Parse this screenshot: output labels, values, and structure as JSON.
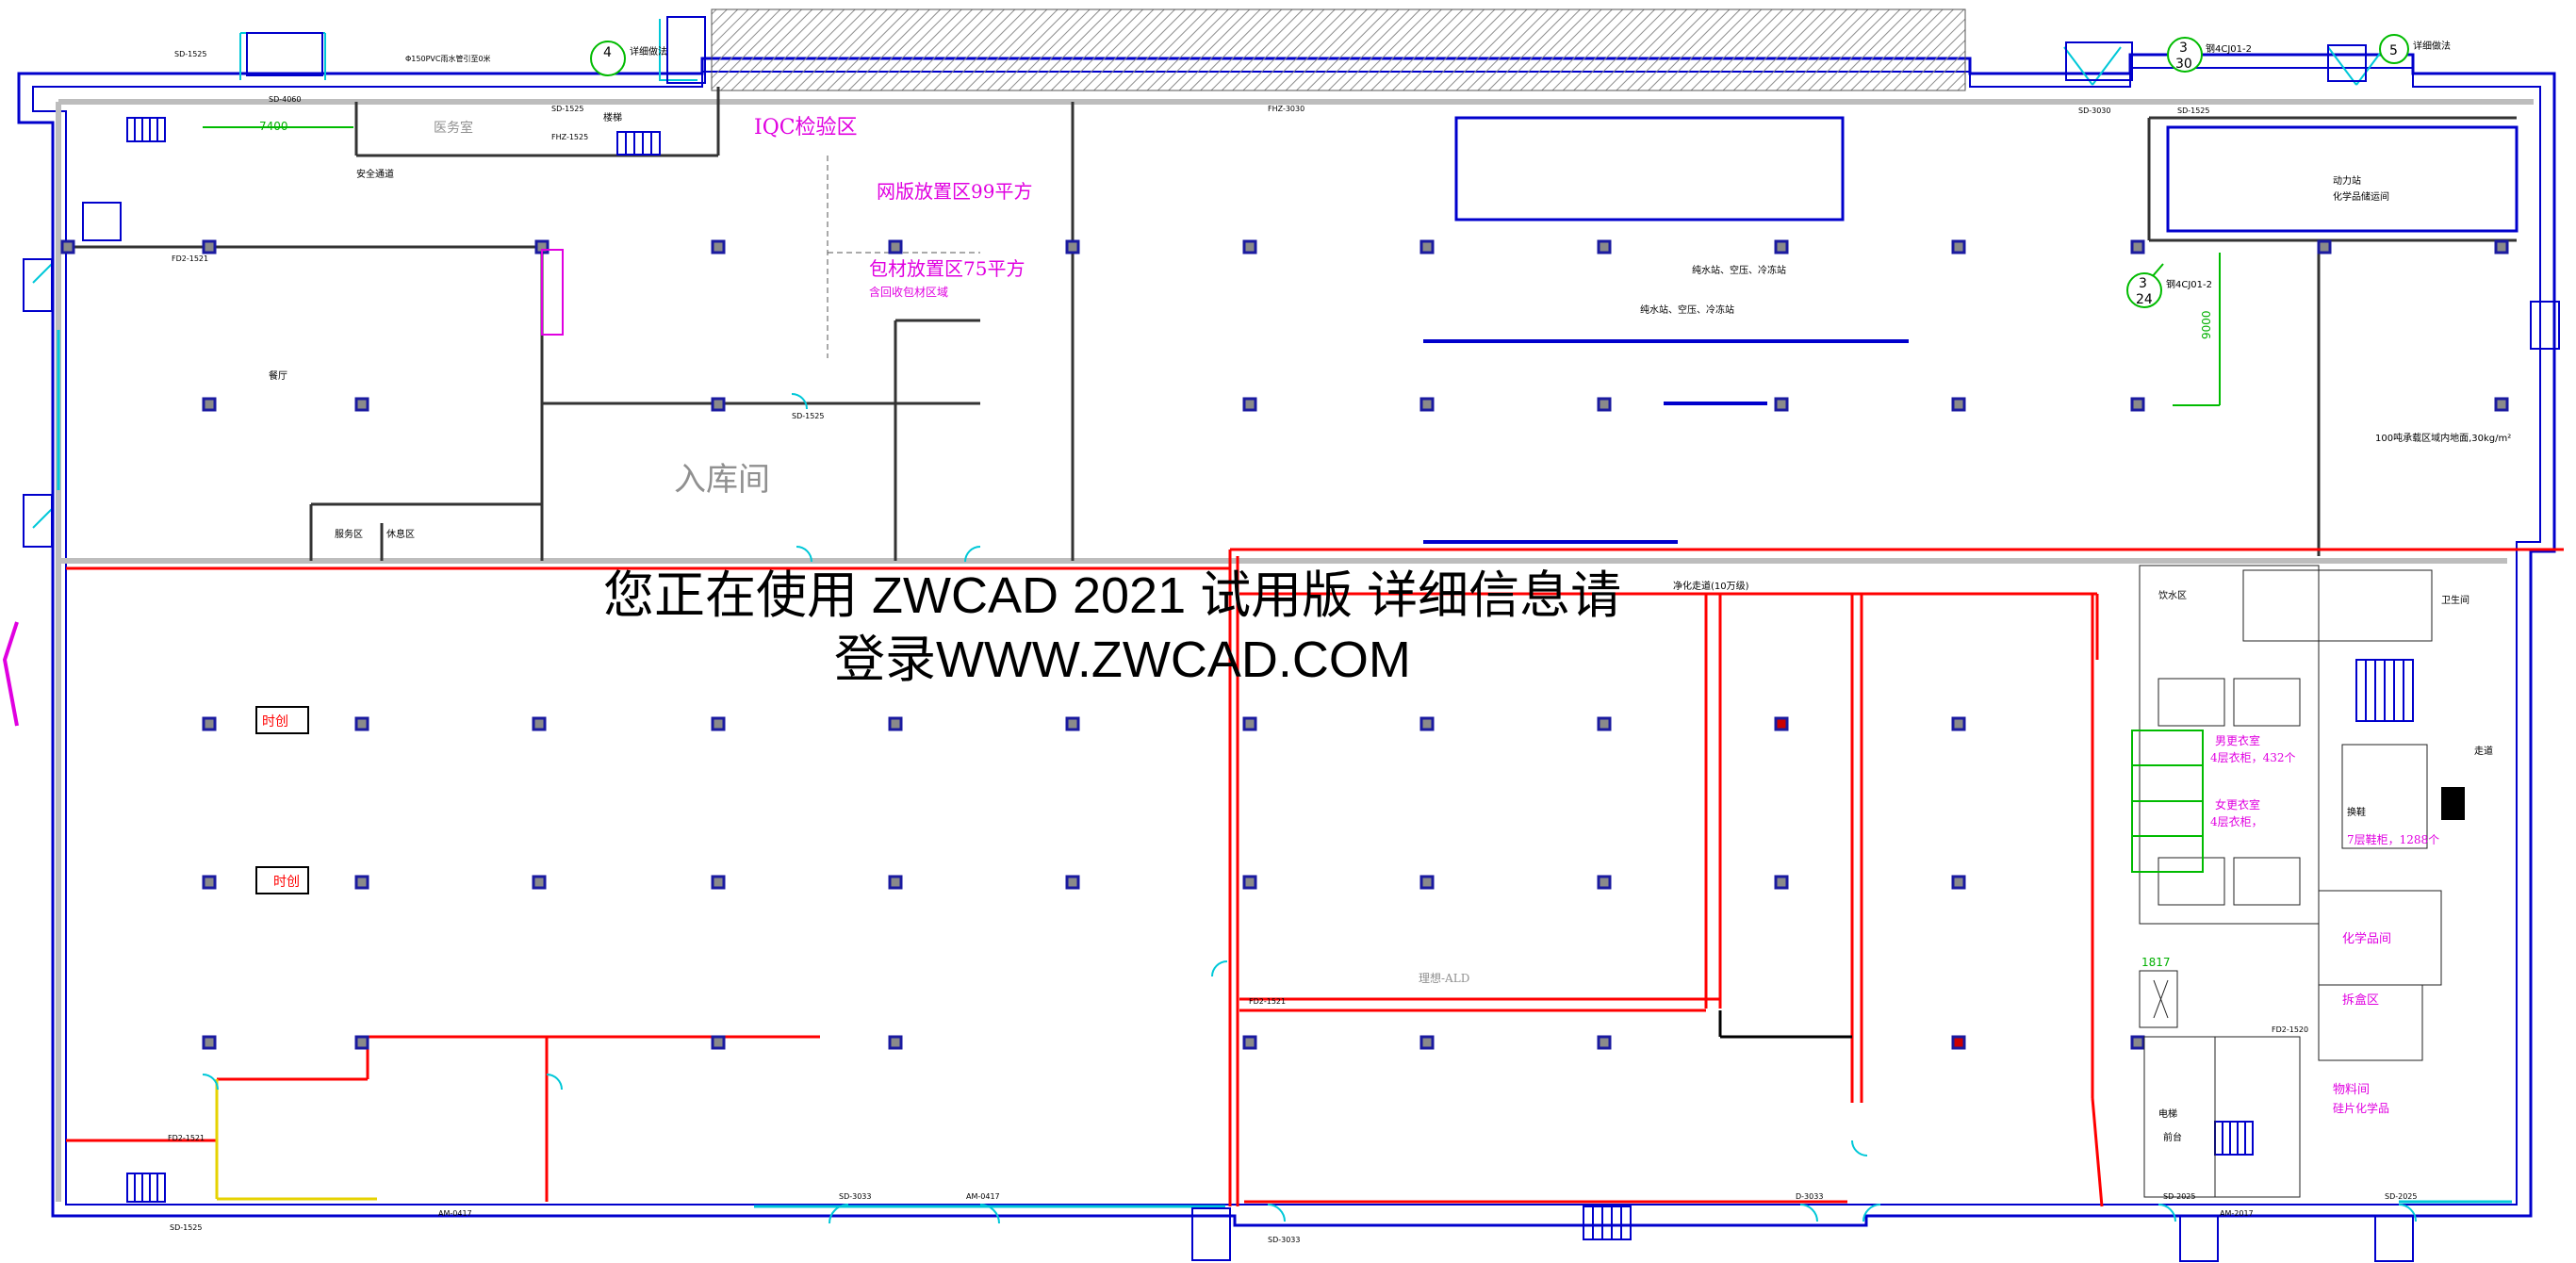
{
  "watermark": {
    "line1": "您正在使用 ZWCAD 2021 试用版 详细信息请",
    "line2": "登录WWW.ZWCAD.COM"
  },
  "rooms": {
    "iqc": "IQC检验区",
    "mesh_area": "网版放置区99平方",
    "pack_area": "包材放置区75平方",
    "pack_note": "含回收包材区域",
    "warehouse_in": "入库间",
    "clinic": "医务室",
    "canteen": "餐厅",
    "service_room": "服务区",
    "lounge": "休息区",
    "water_bar": "饮水区",
    "washroom": "卫生间",
    "corridor": "走道",
    "chem_room": "化学品间",
    "unbox": "拆盒区",
    "material_room": "物料间",
    "material_note": "硅片化学品",
    "ald": "理想-ALD",
    "clean_corridor": "净化走道(10万级)",
    "locker_men": "男更衣室",
    "locker_men_note": "4层衣柜，432个",
    "locker_women": "女更衣室",
    "locker_women_note": "4层衣柜，",
    "shoe_note": "7层鞋柜，1288个",
    "shoe_room": "换鞋",
    "power_station": "动力站",
    "power_station_note": "化学品储运间",
    "pure_water": "纯水站、空压、冷冻站",
    "pure_water2": "纯水站、空压、冷冻站",
    "safety_passage": "安全通道",
    "stairs": "楼梯",
    "elevator": "电梯",
    "front_desk": "前台",
    "pvc_note": "Φ150PVC雨水管引至0米",
    "load_note": "100吨承载区域内地面,30kg/m²",
    "dim_7400": "7400",
    "dim_9000": "9000",
    "dim_1817": "1817",
    "time_card_1": "时创",
    "time_card_2": "时创"
  },
  "callouts": [
    {
      "num": "4",
      "den": "",
      "text": "详细做法"
    },
    {
      "num": "3",
      "den": "30",
      "text": "钢4CJ01-2"
    },
    {
      "num": "5",
      "den": "",
      "text": "详细做法"
    },
    {
      "num": "3",
      "den": "24",
      "text": "钢4CJ01-2"
    }
  ],
  "door_tags": [
    "SD-1525",
    "SD-4060",
    "FHZ-1525",
    "SD-1525",
    "FHZ-3030",
    "SD-3030",
    "SD-1525",
    "SD-1525",
    "FD2-1521",
    "SD-1525",
    "FD2-1521",
    "AM-0417",
    "SD-3033",
    "AM-0417",
    "SD-3033",
    "D-3033",
    "SD-2025",
    "AM-2017",
    "SD-2025",
    "FD2-1521",
    "FD2-1520"
  ],
  "colors": {
    "wall": "#0000cc",
    "fire_partition": "#ff0000",
    "grid_line": "#333333",
    "label_magenta": "#e000e0",
    "dim_green": "#00bb00",
    "yellow_path": "#e6d200",
    "cyan": "#00c8d8",
    "hatch": "#909090"
  },
  "icons": [
    "column-icon",
    "door-swing-icon",
    "stair-icon",
    "locker-icon",
    "callout-circle-icon"
  ]
}
